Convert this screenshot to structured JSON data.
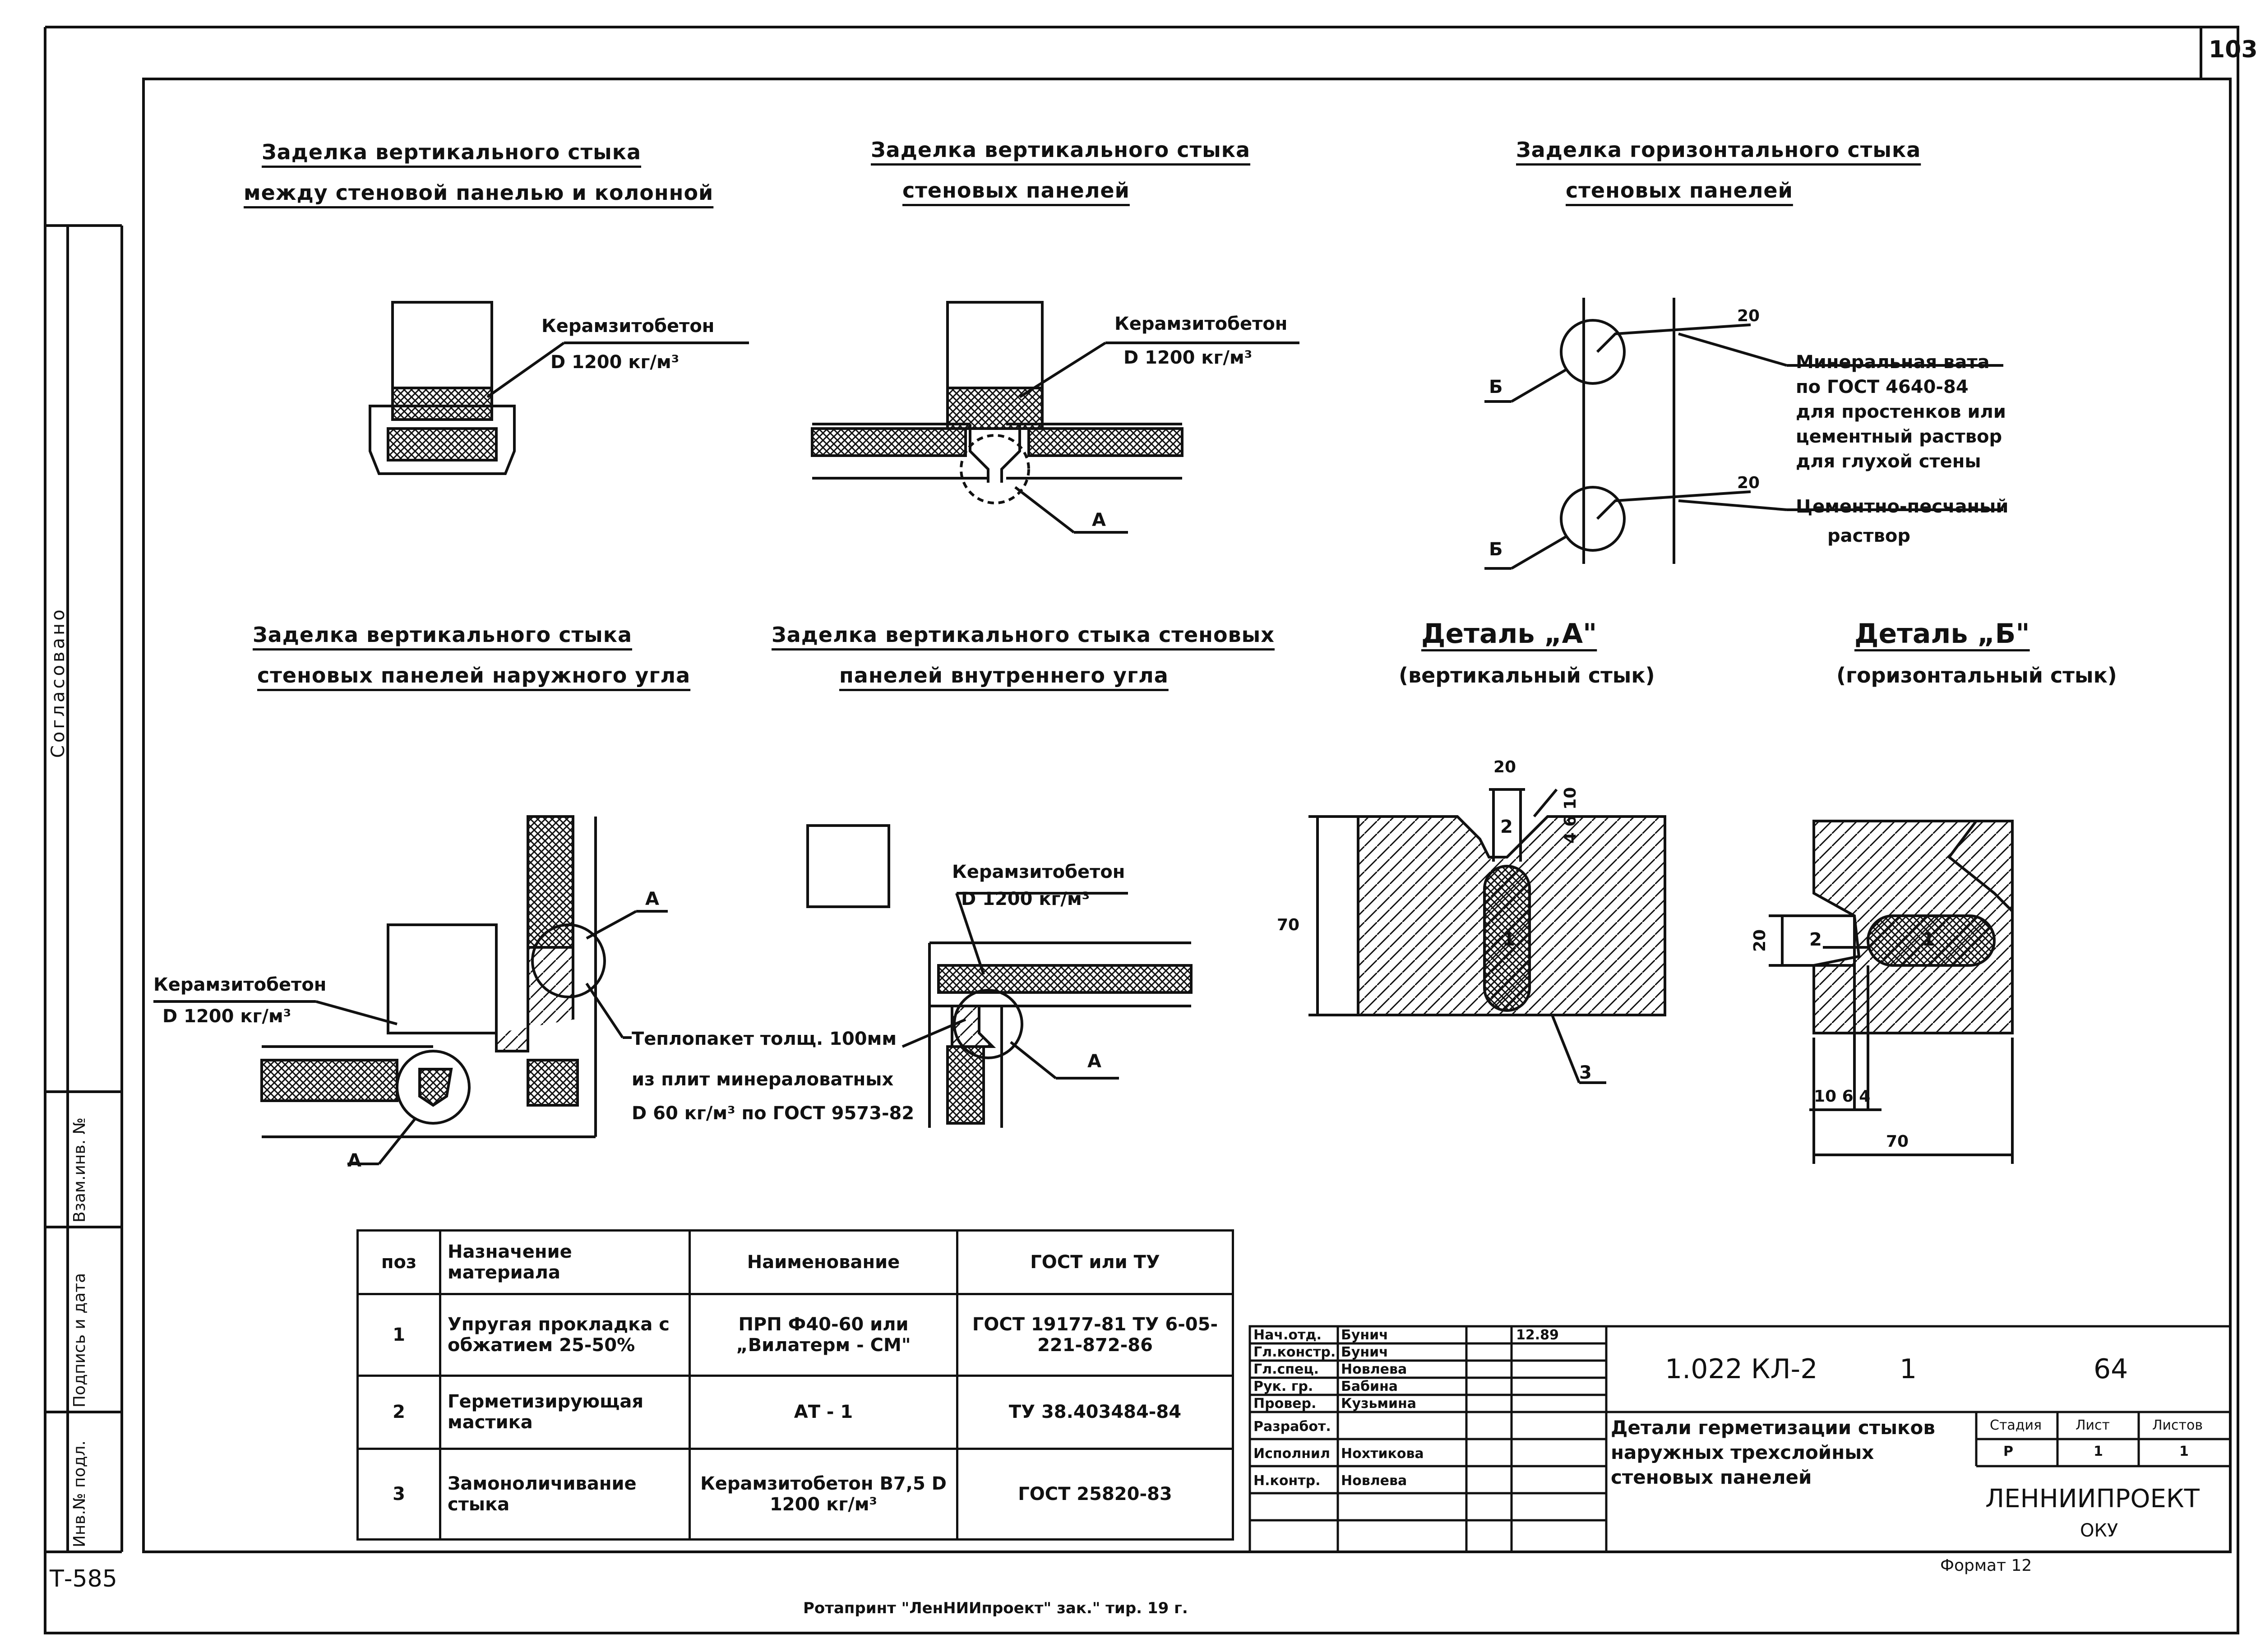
{
  "sheet_number": "103",
  "drawings": {
    "d1_title": [
      "Заделка вертикального стыка",
      "между стеновой панелью и колонной"
    ],
    "d2_title": [
      "Заделка вертикального стыка",
      "стеновых панелей"
    ],
    "d3_title": [
      "Заделка горизонтального стыка",
      "стеновых панелей"
    ],
    "d4_title": [
      "Заделка вертикального стыка",
      "стеновых панелей наружного угла"
    ],
    "d5_title": [
      "Заделка вертикального стыка стеновых",
      "панелей внутреннего угла"
    ],
    "detail_a": [
      "Деталь „А\"",
      "(вертикальный стык)"
    ],
    "detail_b": [
      "Деталь „Б\"",
      "(горизонтальный стык)"
    ]
  },
  "labels": {
    "keramzit": "Керамзитобетон",
    "density": "D 1200 кг/м³",
    "mineral_wool": [
      "Минеральная вата",
      "по ГОСТ 4640-84",
      "для простенков или",
      "цементный раствор",
      "для глухой стены"
    ],
    "cement_sand": [
      "Цементно-песчаный",
      "раствор"
    ],
    "thermal_pack": [
      "Теплопакет толщ. 100мм",
      "из плит минераловатных",
      "D 60 кг/м³ по ГОСТ 9573-82"
    ],
    "A": "А",
    "B": "Б",
    "num_1": "1",
    "num_2": "2",
    "num_3": "3"
  },
  "dimensions": {
    "d20": "20",
    "d70": "70",
    "d4": "4",
    "d6": "6",
    "d10": "10",
    "d4_6_10": "4 6 10",
    "d10_6_4": "10 6 4"
  },
  "spec_table": {
    "headers": [
      "поз",
      "Назначение материала",
      "Наименование",
      "ГОСТ или ТУ"
    ],
    "rows": [
      [
        "1",
        "Упругая прокладка с обжатием 25-50%",
        "ПРП Ф40-60 или „Вилатерм - СМ\"",
        "ГОСТ 19177-81 ТУ 6-05-221-872-86"
      ],
      [
        "2",
        "Герметизирующая мастика",
        "АТ - 1",
        "ТУ 38.403484-84"
      ],
      [
        "3",
        "Замоноличивание стыка",
        "Керамзитобетон В7,5 D 1200 кг/м³",
        "ГОСТ 25820-83"
      ]
    ]
  },
  "title_block": {
    "roles": [
      "Нач.отд.",
      "Гл.констр.",
      "Гл.спец.",
      "Рук. гр.",
      "Провер.",
      "Разработ.",
      "Исполнил",
      "Н.контр."
    ],
    "names": [
      "Бунич",
      "Бунич",
      "Новлева",
      "Бабина",
      "Кузьмина",
      "",
      "Нохтикова",
      "Новлева"
    ],
    "date": "12.89",
    "code": "1.022 КЛ-2",
    "issue": "1",
    "page": "64",
    "description": [
      "Детали герметизации стыков",
      "наружных трехслойных",
      "стеновых панелей"
    ],
    "stage_headers": [
      "Стадия",
      "Лист",
      "Листов"
    ],
    "stage_values": [
      "Р",
      "1",
      "1"
    ],
    "org": "ЛЕННИИПРОЕКТ",
    "dept": "ОКУ",
    "format": "Формат 12"
  },
  "side_stamps": {
    "agreed": "Согласовано",
    "vzam": "Взам.инв. №",
    "podpis": "Подпись и дата",
    "inv": "Инв.№ подл."
  },
  "footer": {
    "code": "Т-585",
    "rotaprint": "Ротапринт \"ЛенНИИпроект\" зак.\"      тир.     19  г."
  }
}
